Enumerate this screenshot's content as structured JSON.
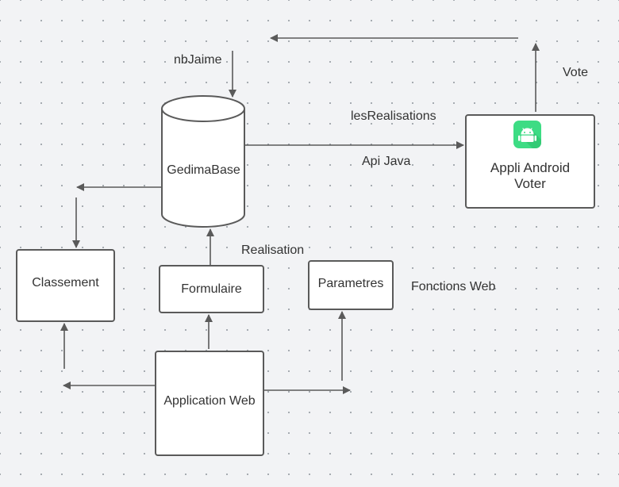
{
  "nodes": {
    "database": "GedimaBase",
    "classement": "Classement",
    "formulaire": "Formulaire",
    "parametres": "Parametres",
    "application_web": "Application Web",
    "android_app": {
      "line1": "Appli Android",
      "line2": "Voter",
      "icon": "android-icon"
    }
  },
  "edge_labels": {
    "nbjaime": "nbJaime",
    "vote": "Vote",
    "les_realisations": "lesRealisations",
    "api_java": "Api Java",
    "realisation": "Realisation",
    "fonctions_web": "Fonctions Web"
  },
  "colors": {
    "background": "#f2f3f5",
    "stroke": "#5a5a5a",
    "android_green": "#3ddc84"
  }
}
